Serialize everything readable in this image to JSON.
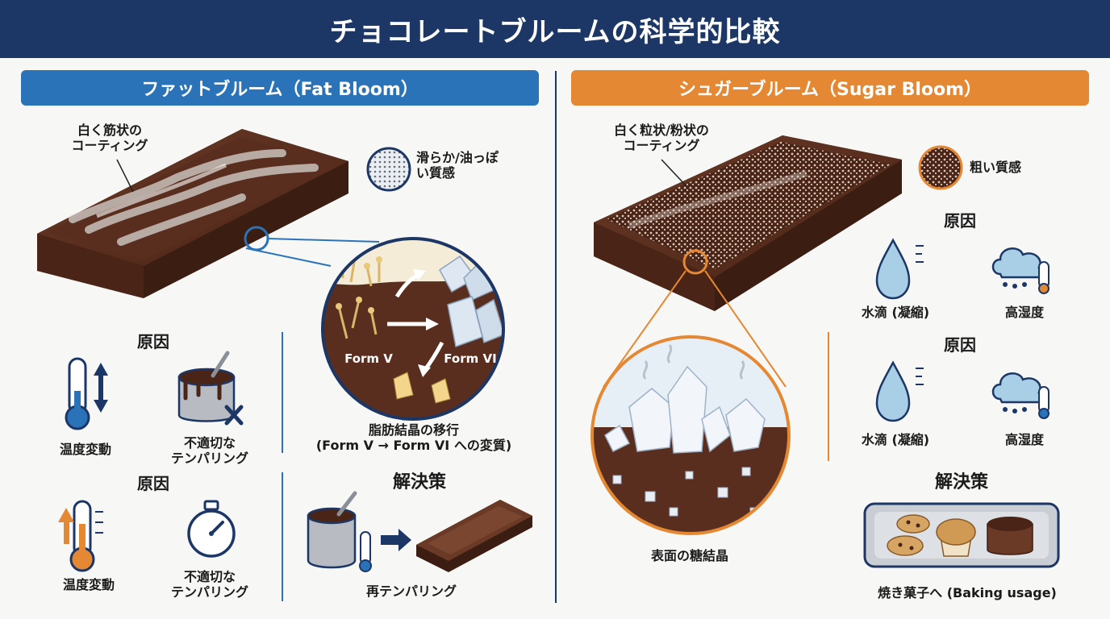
{
  "title": "チョコレートブルームの科学的比較",
  "fat": {
    "header": "ファットブルーム（Fat Bloom）",
    "coating_label_1": "白く筋状の",
    "coating_label_2": "コーティング",
    "texture_1": "滑らか/油っぽ",
    "texture_2": "い質感",
    "form_v": "Form V",
    "form_vi": "Form VI",
    "migration_title": "脂肪結晶の移行",
    "migration_sub": "(Form V → Form VI への変質)",
    "cause_title_1": "原因",
    "cause_title_2": "原因",
    "temp_change_1": "温度変動",
    "temp_change_2": "温度変動",
    "improper_1a": "不適切な",
    "improper_1b": "テンパリング",
    "improper_2a": "不適切な",
    "improper_2b": "テンパリング",
    "solution_title": "解決策",
    "solution_label": "再テンパリング"
  },
  "sugar": {
    "header": "シュガーブルーム（Sugar Bloom）",
    "coating_label_1": "白く粒状/粉状の",
    "coating_label_2": "コーティング",
    "texture": "粗い質感",
    "cause_title_1": "原因",
    "cause_title_2": "原因",
    "water_1": "水滴 (凝縮)",
    "water_2": "水滴 (凝縮)",
    "humidity_1": "高湿度",
    "humidity_2": "高湿度",
    "surface_label": "表面の糖結晶",
    "solution_title": "解決策",
    "solution_label": "焼き菓子へ (Baking usage)"
  },
  "colors": {
    "navy": "#1c3766",
    "fat_blue": "#2a73b8",
    "sugar_orange": "#e58833",
    "chocolate": "#5a2e1e",
    "chocolate_dark": "#3c1d12"
  }
}
